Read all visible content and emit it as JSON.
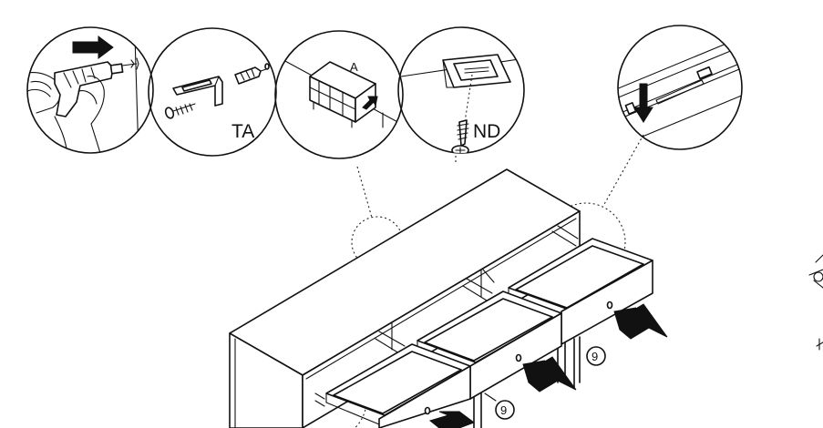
{
  "callouts": {
    "fitting_label": "TA",
    "screw_label": "ND"
  },
  "step_numbers": {
    "right": "9",
    "center": "9"
  },
  "colors": {
    "line": "#111111",
    "background": "#ffffff"
  },
  "icons": [
    "drill-icon",
    "push-arrow-icon",
    "screw-icon",
    "wall-plug-icon",
    "slide-rail-icon"
  ]
}
